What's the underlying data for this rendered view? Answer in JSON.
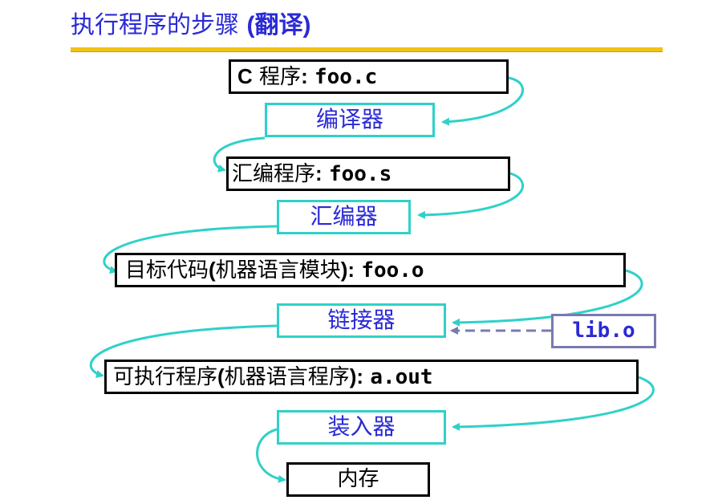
{
  "title": {
    "main": "执行程序的步骤",
    "paren": "(翻译)"
  },
  "stages": {
    "c_program": {
      "prefix": "C",
      "label": "程序",
      "colon": ":",
      "file": "foo.c"
    },
    "compiler": "编译器",
    "asm_program": {
      "label": "汇编程序",
      "colon": ":",
      "file": "foo.s"
    },
    "assembler": "汇编器",
    "object_code": {
      "label": "目标代码",
      "paren_open": "(",
      "paren_label": "机器语言模块",
      "paren_close": ")",
      "colon": ":",
      "file": "foo.o"
    },
    "linker": "链接器",
    "library": "lib.o",
    "executable": {
      "label": "可执行程序",
      "paren_open": "(",
      "paren_label": "机器语言程序",
      "paren_close": ")",
      "colon": ":",
      "file": "a.out"
    },
    "loader": "装入器",
    "memory": "内存"
  },
  "colors": {
    "title": "#2a2ad6",
    "rule": "#f2c313",
    "tool_border": "#2fd1c8",
    "arrow": "#2fd1c8",
    "lib_border": "#7a7ab0",
    "dashed_arrow": "#7a7ab0"
  }
}
